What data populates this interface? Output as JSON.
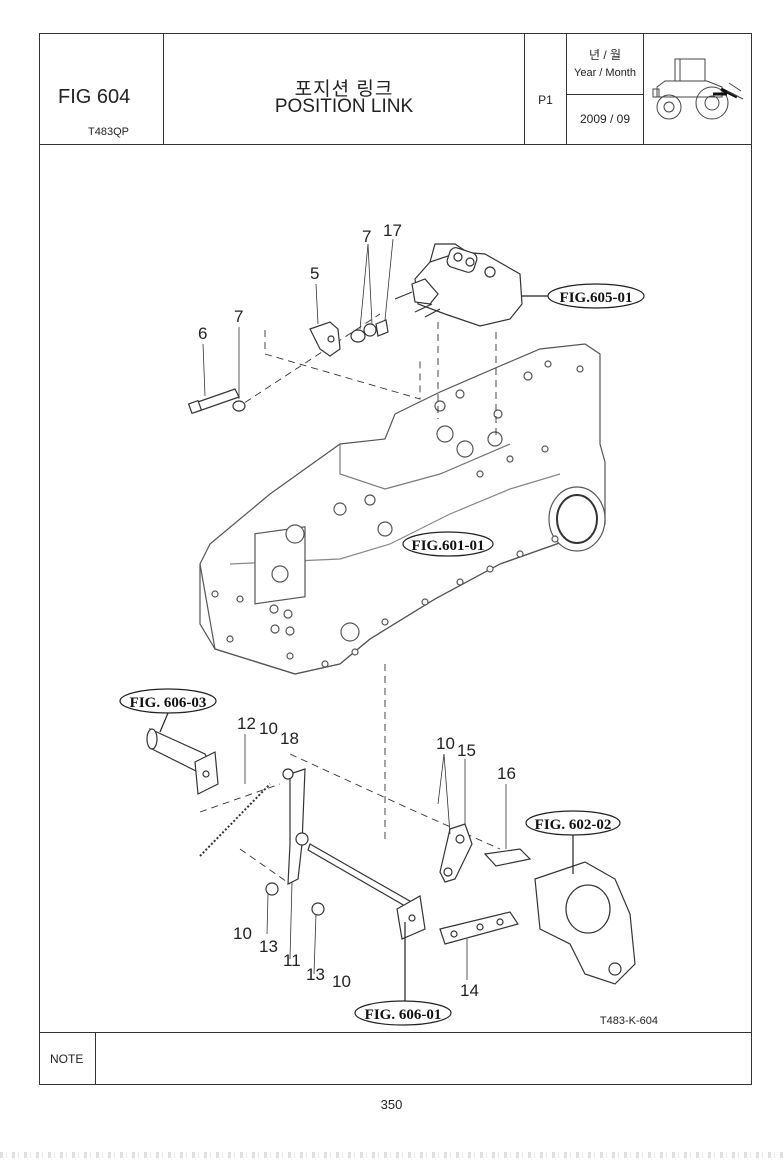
{
  "header": {
    "fig_no": "FIG 604",
    "model": "T483QP",
    "title_ko": "포지션 링크",
    "title_en": "POSITION LINK",
    "page": "P1",
    "year_month_ko": "년 / 월",
    "year_month_en": "Year / Month",
    "date": "2009 / 09"
  },
  "callouts": {
    "fig605": "FIG.605-01",
    "fig601": "FIG.601-01",
    "fig60603": "FIG. 606-03",
    "fig60202": "FIG. 602-02",
    "fig60601": "FIG. 606-01"
  },
  "part_numbers": {
    "p5": "5",
    "p6": "6",
    "p7a": "7",
    "p7b": "7",
    "p17": "17",
    "p12": "12",
    "p10a": "10",
    "p18": "18",
    "p10b": "10",
    "p15": "15",
    "p16": "16",
    "p10c": "10",
    "p13a": "13",
    "p11": "11",
    "p13b": "13",
    "p10d": "10",
    "p14": "14"
  },
  "drawing_code": "T483-K-604",
  "note_label": "NOTE",
  "page_number": "350"
}
